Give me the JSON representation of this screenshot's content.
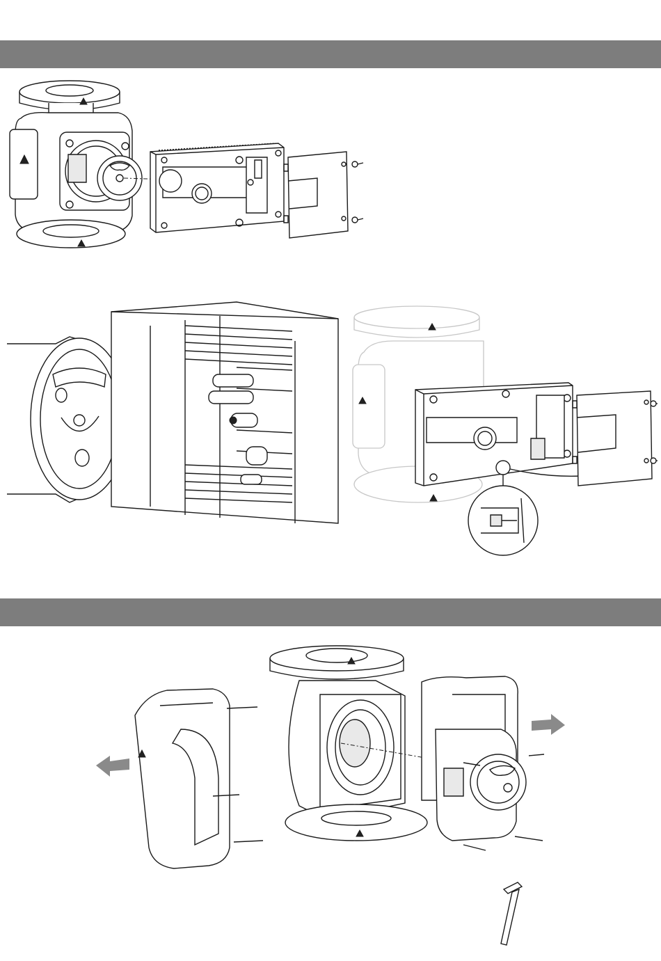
{
  "colors": {
    "band": "#7d7d7d",
    "line": "#1a1a1a",
    "faint_line": "#c7c7c7",
    "arrow": "#8a8a8a",
    "background": "#ffffff"
  },
  "sections": [
    {
      "id": "top",
      "header_text": ""
    },
    {
      "id": "bottom",
      "header_text": ""
    }
  ],
  "figures": [
    {
      "id": "module-removal",
      "icon": "pump-with-electronic-module-exploded"
    },
    {
      "id": "connector-detail",
      "icon": "module-plug-contacts-closeup"
    },
    {
      "id": "module-cable-routing",
      "icon": "pump-module-cable-detail"
    },
    {
      "id": "motor-disassembly",
      "icon": "pump-housing-motor-exploded"
    }
  ]
}
